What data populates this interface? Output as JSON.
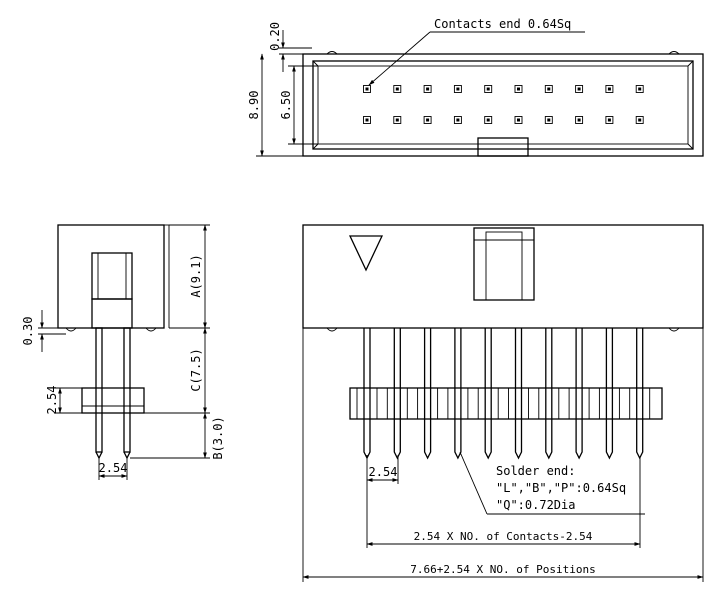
{
  "top_view": {
    "contacts_label": "Contacts end 0.64Sq",
    "dim_offset": "0.20",
    "dim_overall_height": "8.90",
    "dim_inner_height": "6.50",
    "contact_columns": 10,
    "contact_rows": 2
  },
  "side_view": {
    "dim_a": "A(9.1)",
    "dim_c": "C(7.5)",
    "dim_b": "B(3.0)",
    "dim_standoff": "0.30",
    "dim_body": "2.54",
    "dim_pitch": "2.54"
  },
  "front_view": {
    "dim_pitch": "2.54",
    "solder_line1": "Solder end:",
    "solder_line2": "\"L\",\"B\",\"P\":0.64Sq",
    "solder_line3": "\"Q\":0.72Dia",
    "dim_contacts": "2.54 X NO. of Contacts-2.54",
    "dim_positions": "7.66+2.54 X NO. of Positions",
    "pin_count": 10
  }
}
